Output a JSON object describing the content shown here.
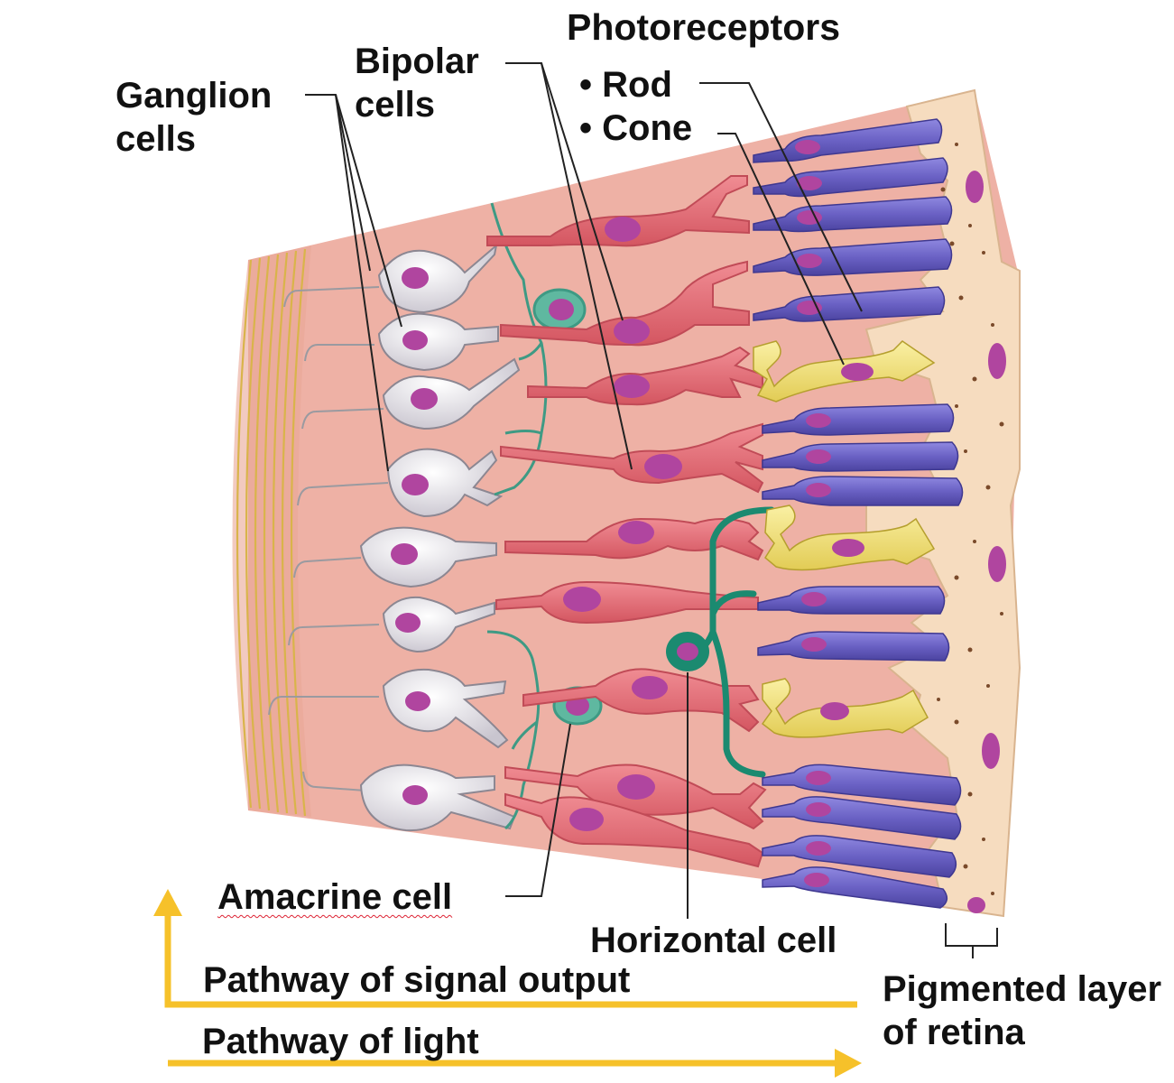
{
  "title": "Photoreceptors",
  "labels": {
    "ganglion_cells": "Ganglion cells",
    "bipolar_cells": "Bipolar cells",
    "rod": "• Rod",
    "cone": "• Cone",
    "amacrine_cell": "Amacrine cell",
    "horizontal_cell": "Horizontal cell",
    "pigmented_layer": "Pigmented layer of retina",
    "pathway_output": "Pathway of signal output",
    "pathway_light": "Pathway of light"
  },
  "colors": {
    "tissue": "#eeb1a5",
    "ganglion": "#e8e6ea",
    "nucleus": "#b0459f",
    "bipolar": "#e5707a",
    "rod": "#6a61c4",
    "cone": "#eddf78",
    "amacrine": "#5fb8a0",
    "horizontal": "#1b8a70",
    "pigment": "#f6dcbf",
    "nerve_fibers": "#d9b44a",
    "arrow": "#f6c12a"
  }
}
